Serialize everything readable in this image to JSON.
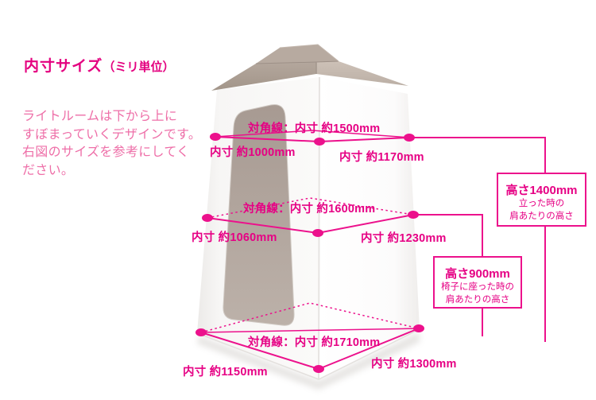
{
  "page": {
    "background": "#ffffff",
    "accent_line_color": "#ec118c",
    "accent_text_color": "#e4007f",
    "paragraph_color": "#ee6fa8",
    "roof_color": "#b3a69c",
    "interior_color": "#ada099"
  },
  "intro": {
    "title": "内寸サイズ",
    "title_suffix": "（ミリ単位）",
    "description_lines": [
      "ライトルームは下から上に",
      "すぼまっていくデザインです。",
      "右図のサイズを参考にしてく",
      "ださい。"
    ]
  },
  "measurements": {
    "top": {
      "diagonal": "対角線：内寸 約1500mm",
      "left": "内寸 約1000mm",
      "right": "内寸 約1170mm"
    },
    "middle": {
      "diagonal": "対角線：内寸 約1600mm",
      "left": "内寸 約1060mm",
      "right": "内寸 約1230mm"
    },
    "bottom": {
      "diagonal": "対角線：内寸 約1710mm",
      "left": "内寸 約1150mm",
      "right": "内寸 約1300mm"
    },
    "height_standing": {
      "value": "高さ1400mm",
      "note_lines": [
        "立った時の",
        "肩あたりの高さ"
      ]
    },
    "height_sitting": {
      "value": "高さ900mm",
      "note_lines": [
        "椅子に座った時の",
        "肩あたりの高さ"
      ]
    }
  }
}
